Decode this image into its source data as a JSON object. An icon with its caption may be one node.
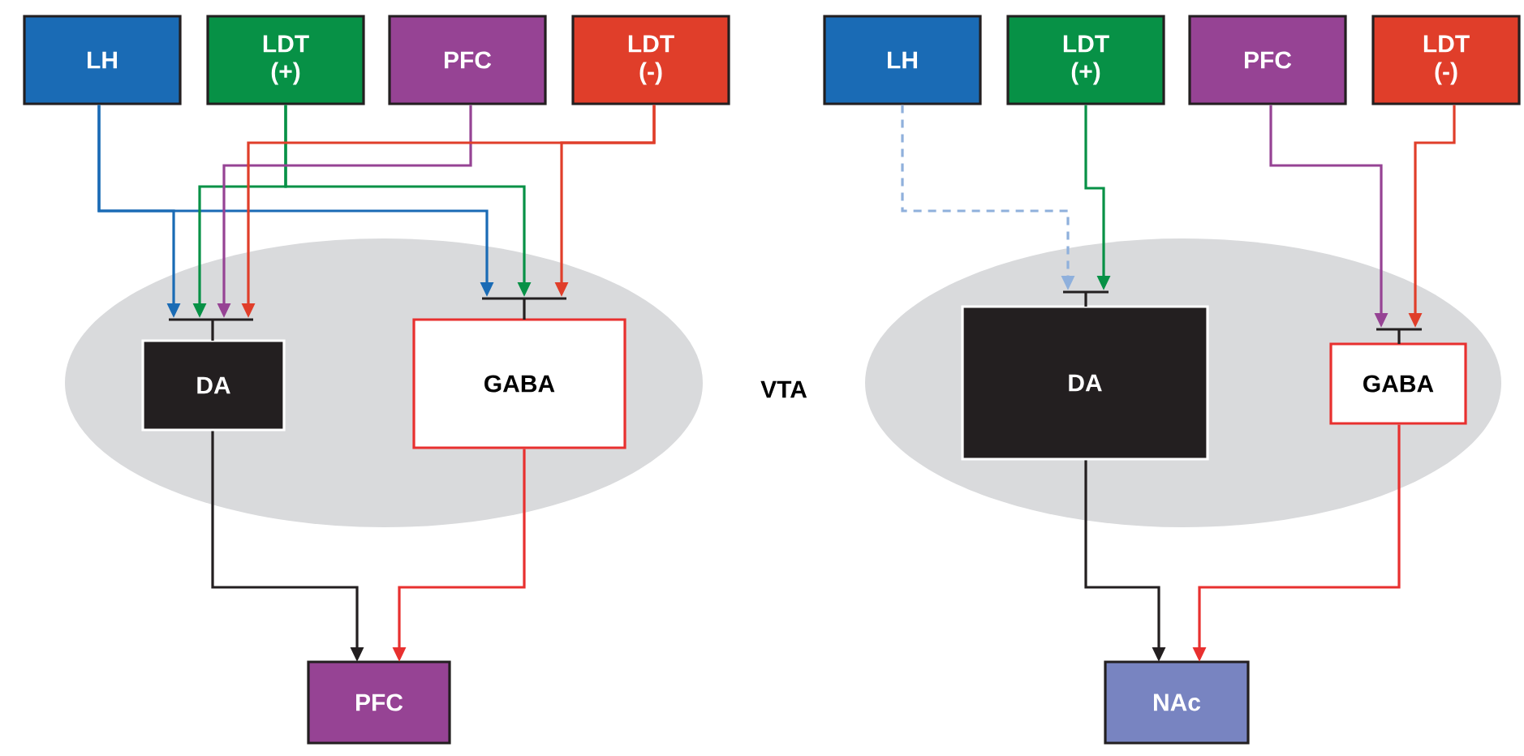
{
  "diagram": {
    "nodes": [
      {
        "text": [
          "LH"
        ]
      },
      {
        "text": [
          "LDT (+)"
        ]
      },
      {
        "text": [
          "PFC"
        ]
      },
      {
        "text": [
          "LDT (-)"
        ]
      },
      {
        "text": [],
        "shape": "ellipse"
      },
      {
        "text": [
          "DA"
        ],
        "in": 4
      },
      {
        "text": [
          "GABA"
        ],
        "in": 4
      },
      {
        "text": [
          "PFC"
        ]
      },
      {
        "text": [
          "LH"
        ]
      },
      {
        "text": [
          "LDT (+)"
        ]
      },
      {
        "text": [
          "PFC"
        ]
      },
      {
        "text": [
          "LDT (-)"
        ]
      },
      {
        "text": [],
        "shape": "ellipse"
      },
      {
        "text": [
          "DA"
        ],
        "in": 12
      },
      {
        "text": [
          "GABA"
        ],
        "in": 12
      },
      {
        "text": [
          "NAc"
        ]
      }
    ],
    "edges": [
      {
        "from": 0,
        "to": 5,
        "arrow": "to",
        "color": "#1a6bb5"
      },
      {
        "from": 0,
        "to": 6,
        "arrow": "to",
        "color": "#1a6bb5"
      },
      {
        "from": 1,
        "to": 5,
        "arrow": "to",
        "color": "#079146"
      },
      {
        "from": 1,
        "to": 6,
        "arrow": "to",
        "color": "#079146"
      },
      {
        "from": 2,
        "to": 5,
        "arrow": "to",
        "color": "#964394"
      },
      {
        "from": 3,
        "to": 5,
        "arrow": "to",
        "color": "#e03e2a"
      },
      {
        "from": 3,
        "to": 6,
        "arrow": "to",
        "color": "#e03e2a"
      },
      {
        "from": 5,
        "to": 7,
        "arrow": "to",
        "color": "#231f20"
      },
      {
        "from": 6,
        "to": 7,
        "arrow": "to",
        "color": "#e8302f"
      },
      {
        "from": 8,
        "to": 13,
        "arrow": "to",
        "style": "dashed",
        "color": "#8fb0dc"
      },
      {
        "from": 9,
        "to": 13,
        "arrow": "to",
        "color": "#079146"
      },
      {
        "from": 10,
        "to": 14,
        "arrow": "to",
        "color": "#964394"
      },
      {
        "from": 11,
        "to": 14,
        "arrow": "to",
        "color": "#e03e2a"
      },
      {
        "from": 13,
        "to": 15,
        "arrow": "to",
        "color": "#231f20"
      },
      {
        "from": 14,
        "to": 15,
        "arrow": "to",
        "color": "#e8302f"
      }
    ],
    "labels": [
      "VTA"
    ]
  }
}
